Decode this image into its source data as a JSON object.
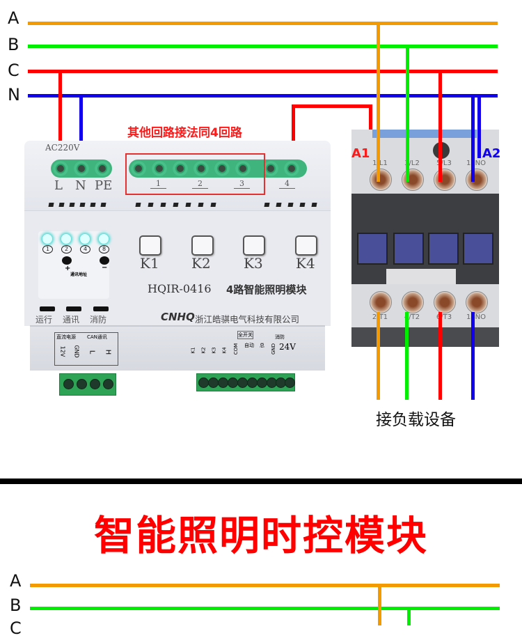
{
  "colors": {
    "phase_a": "#f39a00",
    "phase_b": "#00ee00",
    "phase_c": "#ff0000",
    "neutral": "#1100ee",
    "note_red": "#ff1a1a",
    "title_red": "#ff0000"
  },
  "top_diagram": {
    "phase_lines": [
      {
        "label": "A",
        "color": "#f39a00"
      },
      {
        "label": "B",
        "color": "#00ee00"
      },
      {
        "label": "C",
        "color": "#ff0000"
      },
      {
        "label": "N",
        "color": "#1100ee"
      }
    ],
    "note": "其他回路接法同4回路",
    "module": {
      "supply_label": "AC220V",
      "power_terminals": [
        "L",
        "N",
        "PE"
      ],
      "relay_groups": [
        "1",
        "2",
        "3",
        "4"
      ],
      "leds": [
        "1",
        "2",
        "4",
        "8"
      ],
      "dip_plus": "+",
      "dip_minus": "−",
      "address_label": "通讯地址",
      "keys": [
        "K1",
        "K2",
        "K3",
        "K4"
      ],
      "model": "HQIR-0416",
      "description": "4路智能照明模块",
      "status_leds": [
        "运行",
        "通讯",
        "消防"
      ],
      "brand": "CNHQ",
      "company": "浙江皓骐电气科技有限公司",
      "bottom_left_header": [
        "直流电源",
        "CAN通讯"
      ],
      "bottom_left_terminals": [
        "12V",
        "GND",
        "L",
        "H"
      ],
      "bottom_right_terminals": [
        "K1",
        "K2",
        "K3",
        "K4",
        "COM",
        "自动",
        "总",
        "GND",
        "24V"
      ],
      "bottom_right_header": [
        "全开关",
        "消防"
      ]
    },
    "contactor": {
      "coil_a1": "A1",
      "coil_a2": "A2",
      "top_terminals": [
        "1/L1",
        "3/L2",
        "5/L3",
        "13NO"
      ],
      "bottom_terminals": [
        "2/T1",
        "4/T2",
        "6/T3",
        "14NO"
      ]
    },
    "load_label": "接负载设备"
  },
  "section_title": "智能照明时控模块",
  "bottom_diagram": {
    "phase_lines": [
      {
        "label": "A",
        "color": "#f39a00"
      },
      {
        "label": "B",
        "color": "#00ee00"
      },
      {
        "label": "C",
        "color": "#ff0000"
      }
    ]
  }
}
